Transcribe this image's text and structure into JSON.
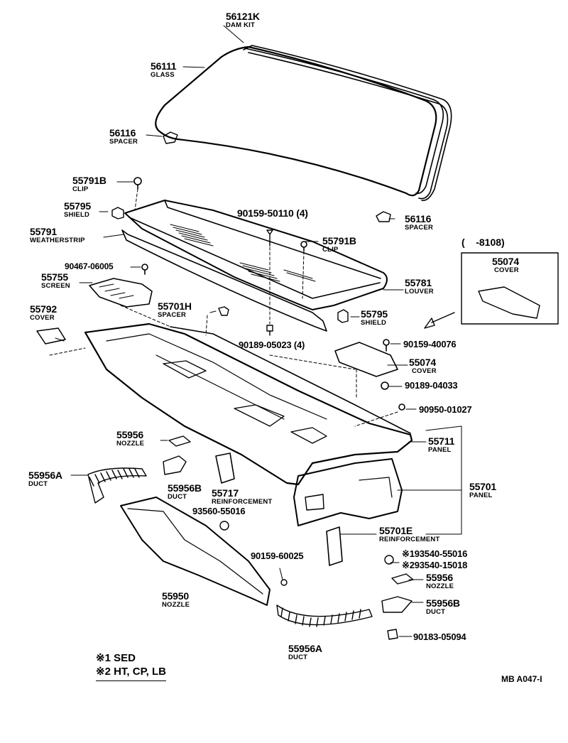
{
  "parts": [
    {
      "id": "p1",
      "number": "56121K",
      "name": "DAM KIT"
    },
    {
      "id": "p2",
      "number": "56111",
      "name": "GLASS"
    },
    {
      "id": "p3",
      "number": "56116",
      "name": "SPACER"
    },
    {
      "id": "p4",
      "number": "56116",
      "name": "SPACER"
    },
    {
      "id": "p5",
      "number": "55791B",
      "name": "CLIP"
    },
    {
      "id": "p6",
      "number": "55795",
      "name": "SHIELD"
    },
    {
      "id": "p7",
      "number": "55791",
      "name": "WEATHERSTRIP"
    },
    {
      "id": "p8",
      "number": "90159-50110 (4)",
      "name": ""
    },
    {
      "id": "p9",
      "number": "55791B",
      "name": "CLIP"
    },
    {
      "id": "p10",
      "number": "90467-06005",
      "name": ""
    },
    {
      "id": "p11",
      "number": "55755",
      "name": "SCREEN"
    },
    {
      "id": "p12",
      "number": "55781",
      "name": "LOUVER"
    },
    {
      "id": "p13",
      "number": "55792",
      "name": "COVER"
    },
    {
      "id": "p14",
      "number": "55701H",
      "name": "SPACER"
    },
    {
      "id": "p15",
      "number": "55795",
      "name": "SHIELD"
    },
    {
      "id": "p16",
      "number": "90189-05023 (4)",
      "name": ""
    },
    {
      "id": "p17",
      "number": "90159-40076",
      "name": ""
    },
    {
      "id": "p18",
      "number": "55074",
      "name": "COVER"
    },
    {
      "id": "p19",
      "number": "90189-04033",
      "name": ""
    },
    {
      "id": "p20",
      "number": "90950-01027",
      "name": ""
    },
    {
      "id": "p21",
      "number": "55074",
      "name": "COVER"
    },
    {
      "id": "p22",
      "number": "55956",
      "name": "NOZZLE"
    },
    {
      "id": "p23",
      "number": "55711",
      "name": "PANEL"
    },
    {
      "id": "p24",
      "number": "55956A",
      "name": "DUCT"
    },
    {
      "id": "p25",
      "number": "55956B",
      "name": "DUCT"
    },
    {
      "id": "p26",
      "number": "55717",
      "name": "REINFORCEMENT"
    },
    {
      "id": "p27",
      "number": "55701",
      "name": "PANEL"
    },
    {
      "id": "p28",
      "number": "93560-55016",
      "name": ""
    },
    {
      "id": "p29",
      "number": "55701E",
      "name": "REINFORCEMENT"
    },
    {
      "id": "p30",
      "number": "※193540-55016",
      "name": ""
    },
    {
      "id": "p31",
      "number": "※293540-15018",
      "name": ""
    },
    {
      "id": "p32",
      "number": "90159-60025",
      "name": ""
    },
    {
      "id": "p33",
      "number": "55956",
      "name": "NOZZLE"
    },
    {
      "id": "p34",
      "number": "55950",
      "name": "NOZZLE"
    },
    {
      "id": "p35",
      "number": "55956B",
      "name": "DUCT"
    },
    {
      "id": "p36",
      "number": "90183-05094",
      "name": ""
    },
    {
      "id": "p37",
      "number": "55956A",
      "name": "DUCT"
    }
  ],
  "inset_range": "(    -8108)",
  "legend": [
    "※1 SED",
    "※2 HT, CP, LB"
  ],
  "diagram_code": "MB A047-I"
}
